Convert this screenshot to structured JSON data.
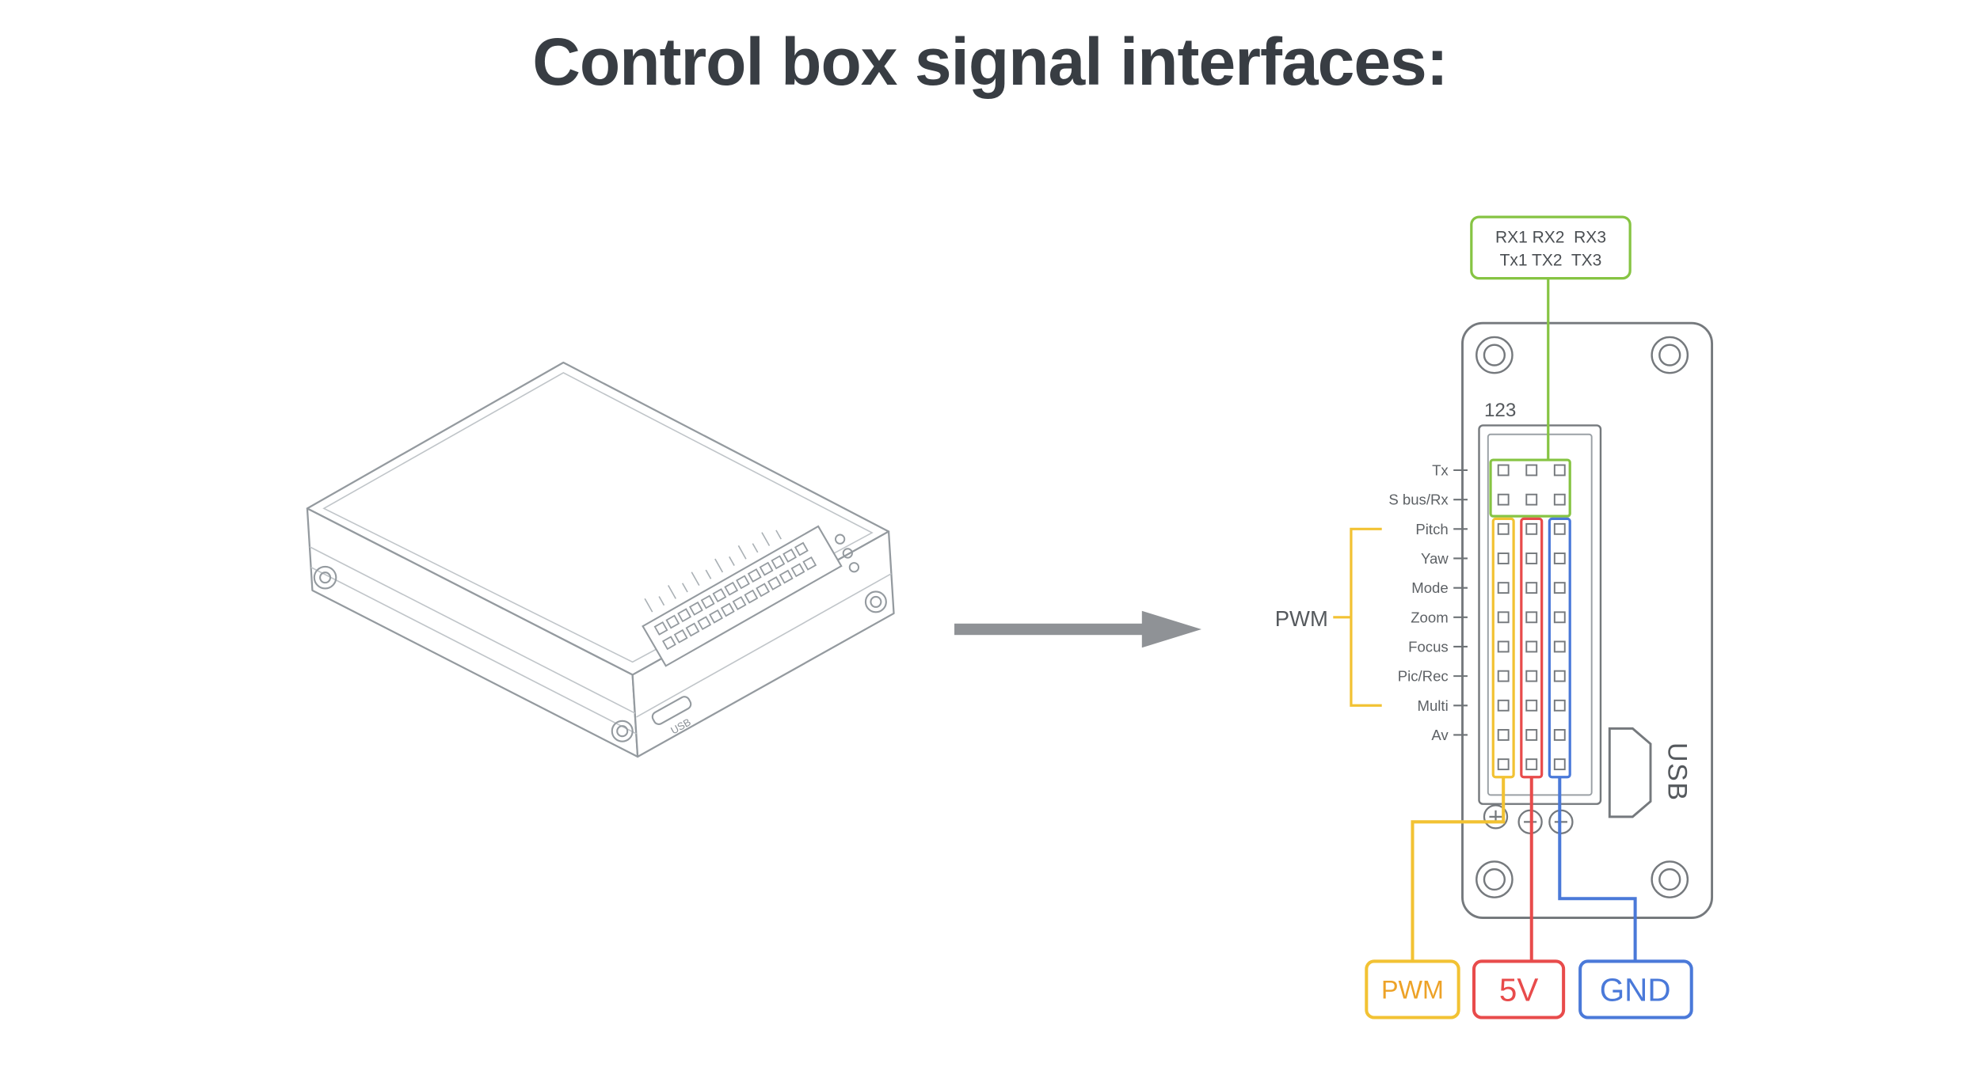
{
  "title": "Control box signal interfaces:",
  "pinout": {
    "serial_label": {
      "line1": "RX1 RX2  RX3",
      "line2": "Tx1 TX2  TX3"
    },
    "connector_number": "123",
    "pin_rows": [
      "Tx",
      "S bus/Rx",
      "Pitch",
      "Yaw",
      "Mode",
      "Zoom",
      "Focus",
      "Pic/Rec",
      "Multi",
      "Av"
    ],
    "pwm_group_label": "PWM",
    "usb_label": "USB",
    "legend": {
      "pwm": "PWM",
      "v5": "5V",
      "gnd": "GND"
    },
    "colors": {
      "green": "#86c443",
      "yellow": "#f2c233",
      "red": "#e84b4b",
      "blue": "#4a79d9",
      "pwm_text": "#eda227",
      "outline": "#75797d"
    }
  },
  "box_drawing": {
    "usb_print": "USB"
  }
}
